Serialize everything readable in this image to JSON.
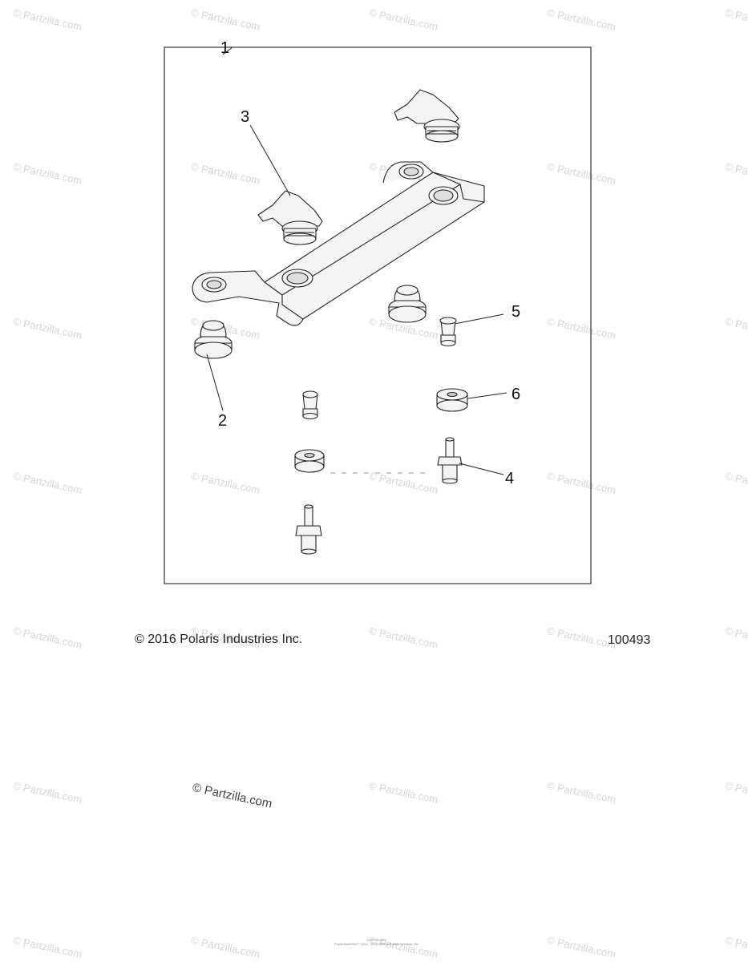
{
  "watermark": {
    "text": "© Partzilla.com"
  },
  "diagram": {
    "callouts": [
      "1",
      "2",
      "3",
      "4",
      "5",
      "6"
    ]
  },
  "footer": {
    "copyright": "© 2016 Polaris Industries Inc.",
    "diagram_code": "100493",
    "fine_print_1": "COPYRIGHT",
    "fine_print_2": "PoplarAisAsSet™ 2004 - 2016 Polaris/Polaris Services, Inc."
  },
  "colors": {
    "line": "#222222",
    "watermark": "#d6d6d6"
  }
}
